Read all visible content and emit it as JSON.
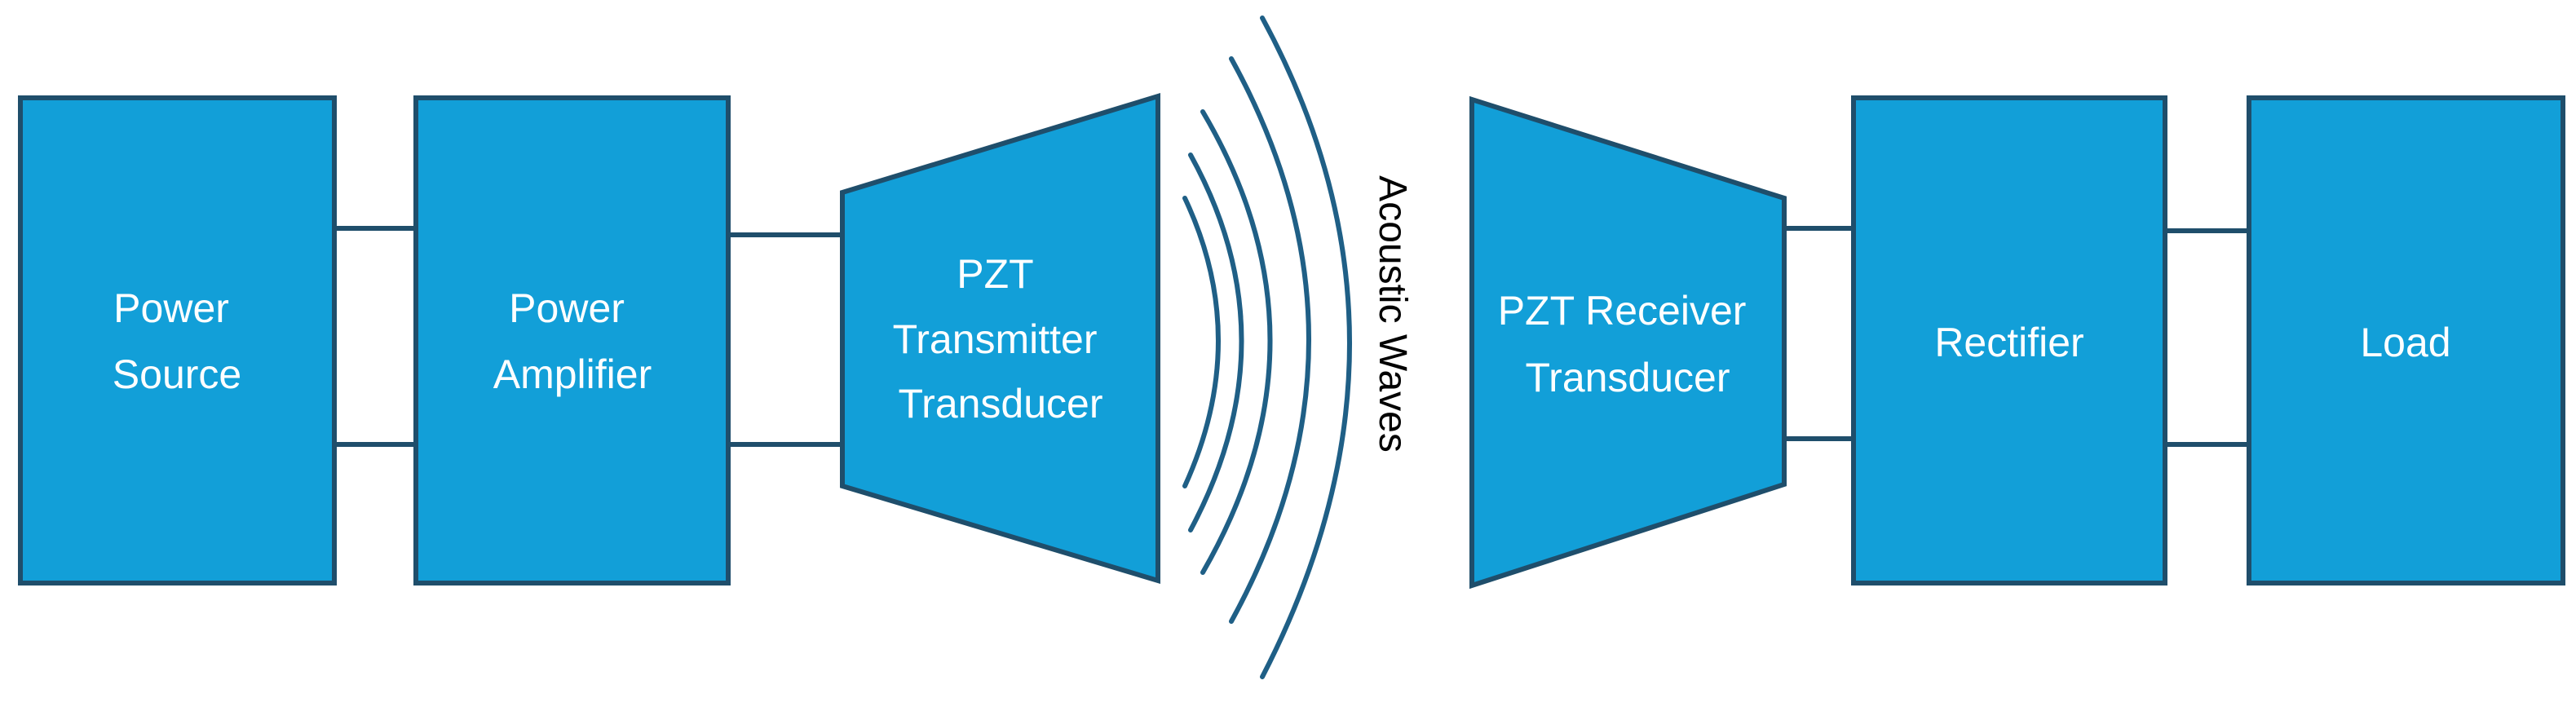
{
  "blocks": {
    "power_source": {
      "line1": "Power",
      "line2": "Source"
    },
    "power_amplifier": {
      "line1": "Power",
      "line2": "Amplifier"
    },
    "pzt_transmitter": {
      "line1": "PZT",
      "line2": "Transmitter",
      "line3": "Transducer"
    },
    "pzt_receiver": {
      "line1": "PZT Receiver",
      "line2": "Transducer"
    },
    "rectifier": {
      "label": "Rectifier"
    },
    "load": {
      "label": "Load"
    }
  },
  "waves": {
    "label": "Acoustic Waves"
  },
  "colors": {
    "block_fill": "#129FD8",
    "block_stroke": "#1F4E6B",
    "wave_stroke": "#1F5F86",
    "label_text": "#FFFFFF"
  }
}
